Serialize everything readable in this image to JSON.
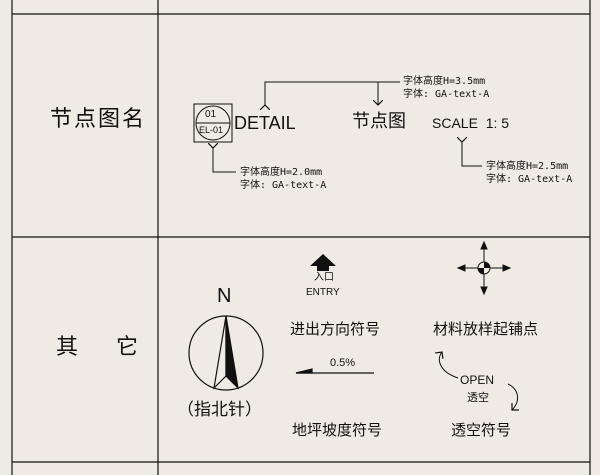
{
  "table": {
    "row1_label": "节点图名",
    "row2_label": "其    它"
  },
  "node_title": {
    "marker_top": "01",
    "marker_bottom": "EL-01",
    "detail_text": "DETAIL",
    "cn_title": "节点图",
    "scale_text": "SCALE  1: 5",
    "note_top": "字体高度H=3.5mm\n字体: GA-text-A",
    "note_left": "字体高度H=2.0mm\n字体: GA-text-A",
    "note_right": "字体高度H=2.5mm\n字体: GA-text-A"
  },
  "others": {
    "north_letter": "N",
    "north_caption": "（指北针）",
    "entry_cn": "入口",
    "entry_en": "ENTRY",
    "entry_caption": "进出方向符号",
    "slope_value": "0.5%",
    "slope_caption": "地坪坡度符号",
    "material_caption": "材料放样起铺点",
    "open_en": "OPEN",
    "open_cn": "透空",
    "open_caption": "透空符号"
  }
}
